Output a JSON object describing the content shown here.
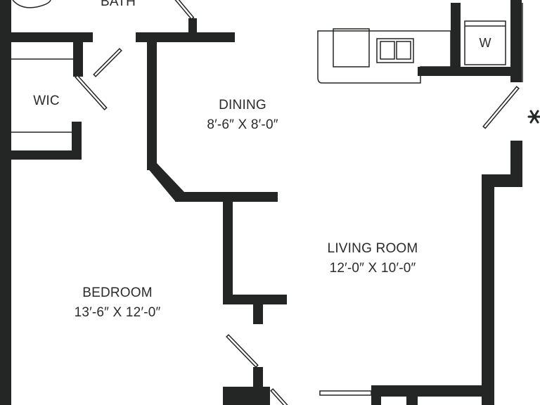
{
  "floorplan": {
    "wall_color": "#232624",
    "line_color": "#232624",
    "rooms": {
      "bath": {
        "name": "BATH"
      },
      "wic": {
        "name": "WIC"
      },
      "dining": {
        "name": "DINING",
        "size": "8′-6″ X 8′-0″"
      },
      "living": {
        "name": "LIVING ROOM",
        "size": "12′-0″ X 10′-0″"
      },
      "bedroom": {
        "name": "BEDROOM",
        "size": "13′-6″ X 12′-0″"
      },
      "washer": {
        "name": "W"
      }
    }
  }
}
